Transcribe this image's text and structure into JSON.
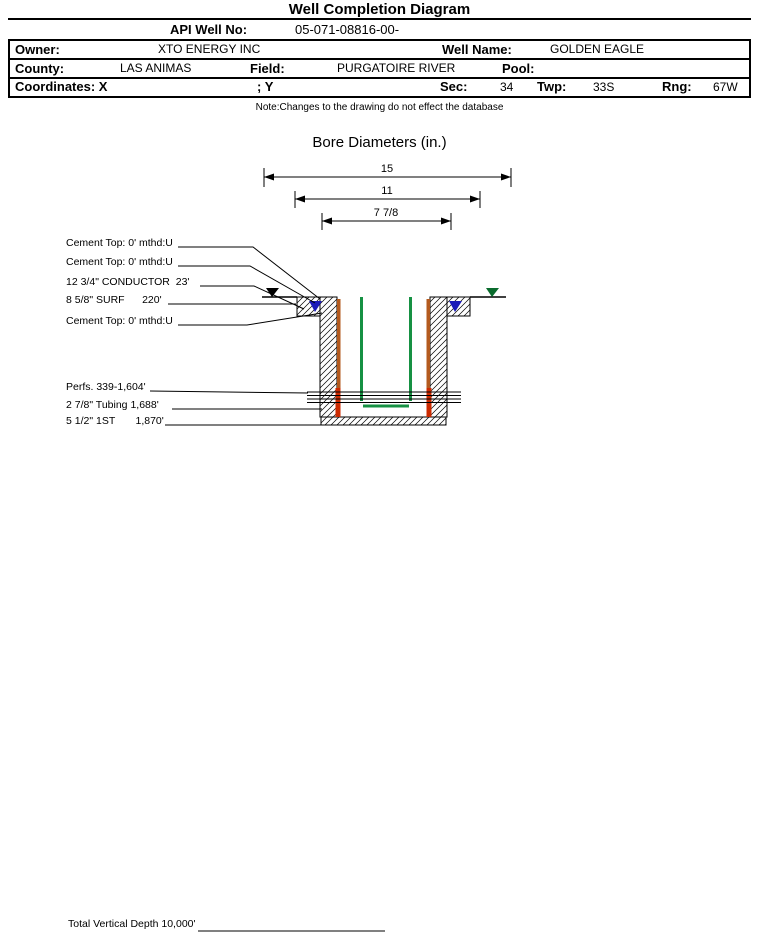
{
  "title": "Well Completion Diagram",
  "header": {
    "api": {
      "label": "API Well No:",
      "value": "05-071-08816-00-"
    },
    "owner": {
      "label": "Owner:",
      "value": "XTO ENERGY INC"
    },
    "well_name": {
      "label": "Well Name:",
      "value": "GOLDEN EAGLE"
    },
    "county": {
      "label": "County:",
      "value": "LAS ANIMAS"
    },
    "field": {
      "label": "Field:",
      "value": "PURGATOIRE RIVER"
    },
    "pool": {
      "label": "Pool:"
    },
    "coordinates": {
      "label": "Coordinates: X",
      "y_label": "; Y"
    },
    "sec": {
      "label": "Sec:",
      "value": "34"
    },
    "twp": {
      "label": "Twp:",
      "value": "33S"
    },
    "rng": {
      "label": "Rng:",
      "value": "67W"
    }
  },
  "note": "Note:Changes to the drawing do not effect the database",
  "bore_diameters": {
    "title": "Bore Diameters (in.)",
    "values": [
      "15",
      "11",
      "7 7/8"
    ]
  },
  "annotations": [
    "Cement Top: 0' mthd:U",
    "Cement Top: 0' mthd:U",
    "12 3/4\" CONDUCTOR  23'",
    "8 5/8\" SURF      220'",
    "Cement Top: 0' mthd:U",
    "Perfs. 339-1,604'",
    "2 7/8\" Tubing 1,688'",
    "5 1/2\" 1ST       1,870'"
  ],
  "footer": "Total Vertical Depth 10,000'",
  "colors": {
    "outline": "#000000",
    "surface_casing": "#b35a1e",
    "production_casing": "#cc2a00",
    "tubing": "#169143",
    "cement_marker": "#1a1ab8",
    "ground_marker_left": "#000000",
    "ground_marker_right": "#0a6b2d"
  }
}
